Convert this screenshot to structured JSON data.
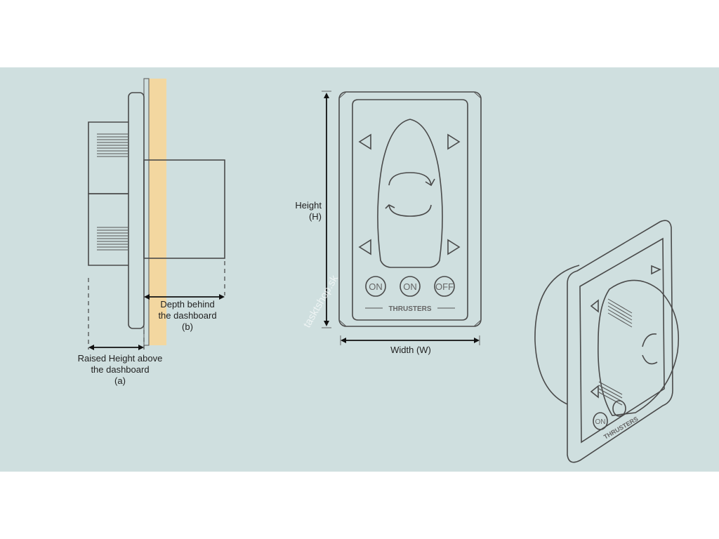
{
  "labels": {
    "height_line1": "Height",
    "height_line2": "(H)",
    "width": "Width (W)",
    "depth_line1": "Depth behind",
    "depth_line2": "the dashboard",
    "depth_line3": "(b)",
    "raised_line1": "Raised Height above",
    "raised_line2": "the dashboard",
    "raised_line3": "(a)"
  },
  "panel": {
    "button_on_1": "ON",
    "button_on_2": "ON",
    "button_off": "OFF",
    "brand_text": "THRUSTERS"
  },
  "iso_panel": {
    "button_on": "ON",
    "brand_text": "THRUSTERS"
  },
  "watermark": "tasktshop.sk",
  "colors": {
    "background": "#cfdfdf",
    "dashboard": "#f3d7a0",
    "outline": "#4a4a4a",
    "device_fill": "#ffffff"
  }
}
